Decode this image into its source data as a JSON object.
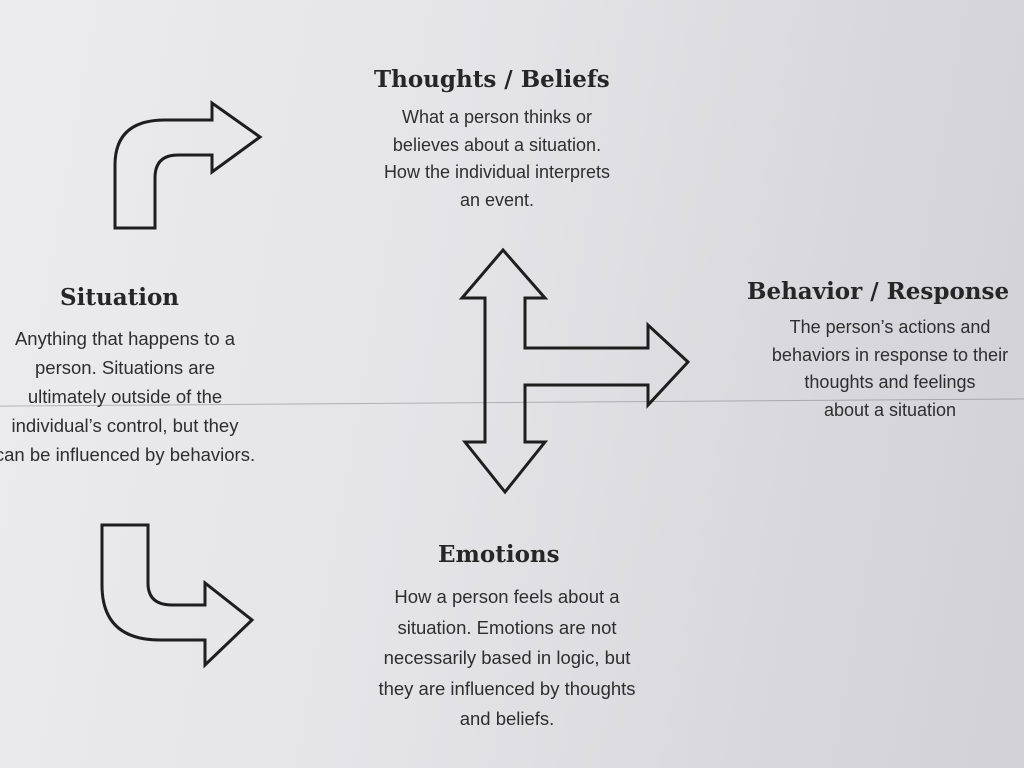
{
  "thoughts": {
    "title": "Thoughts / Beliefs",
    "lines": [
      "What a person thinks or",
      "believes about a situation.",
      "How the individual interprets",
      "an event."
    ]
  },
  "situation": {
    "title": "Situation",
    "lines": [
      "Anything that happens to a",
      "person. Situations are",
      "ultimately outside of the",
      "individual’s control, but they",
      "can be influenced by behaviors."
    ]
  },
  "behavior": {
    "title": "Behavior / Response",
    "lines": [
      "The person’s actions and",
      "behaviors in response to their",
      "thoughts and feelings",
      "about a situation"
    ]
  },
  "emotions": {
    "title": "Emotions",
    "lines": [
      "How a person feels about a",
      "situation. Emotions are not",
      "necessarily based in logic, but",
      "they are influenced by thoughts",
      "and beliefs."
    ]
  }
}
